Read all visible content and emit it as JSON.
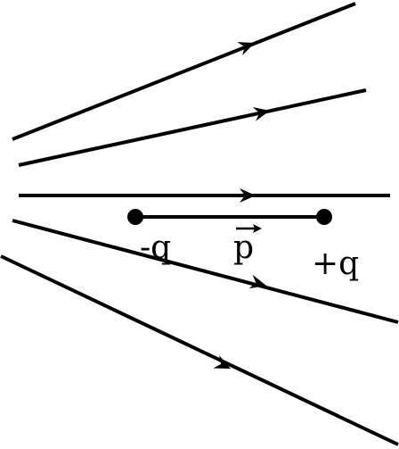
{
  "diagram": {
    "colors": {
      "line": "#000000",
      "background": "#ffffff"
    },
    "labels": {
      "negative_charge": "-q",
      "positive_charge": "+q",
      "dipole_moment": "p"
    },
    "field_lines_count": 5,
    "icons": {
      "arrow": "arrowhead-icon",
      "charge": "charge-dot-icon",
      "vector": "vector-arrow-icon"
    }
  }
}
